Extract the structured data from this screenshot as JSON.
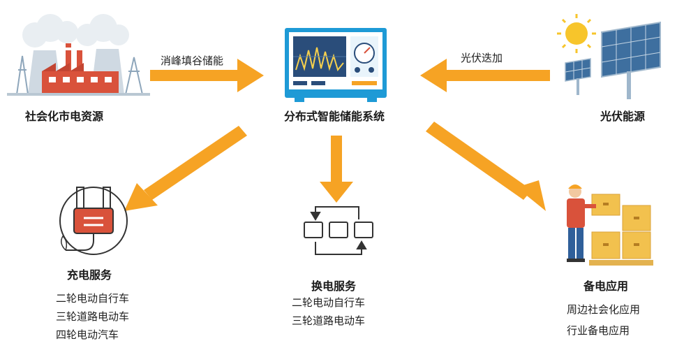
{
  "nodes": {
    "grid": {
      "label": "社会化市电资源"
    },
    "storage": {
      "label": "分布式智能储能系统"
    },
    "solar": {
      "label": "光伏能源"
    },
    "charging": {
      "label": "充电服务",
      "items": [
        "二轮电动自行车",
        "三轮道路电动车",
        "四轮电动汽车"
      ]
    },
    "swapping": {
      "label": "换电服务",
      "items": [
        "二轮电动自行车",
        "三轮道路电动车"
      ]
    },
    "backup": {
      "label": "备电应用",
      "items": [
        "周边社会化应用",
        "行业备电应用"
      ]
    }
  },
  "arrows": {
    "grid_to_storage": "消峰填谷储能",
    "solar_to_storage": "光伏迭加"
  },
  "colors": {
    "arrow": "#f6a324",
    "accent_blue": "#1e9ad6",
    "brick_red": "#d9523b"
  },
  "icons": [
    "factory-icon",
    "energy-storage-device-icon",
    "solar-panel-icon",
    "charging-plug-icon",
    "battery-swap-icon",
    "warehouse-worker-icon"
  ]
}
